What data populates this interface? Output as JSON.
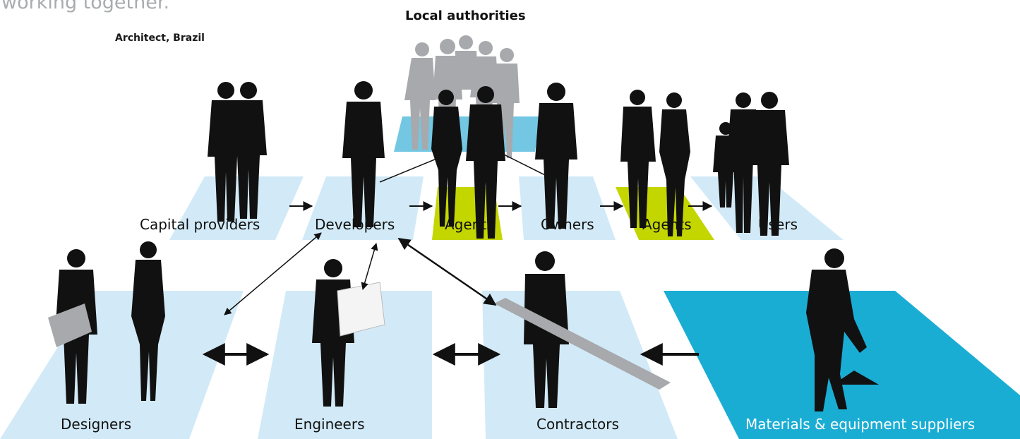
{
  "quote_fragment": "working together.”",
  "quote_credit": "Architect, Brazil",
  "top_label": "Local authorities",
  "nodes": {
    "capital_providers": "Capital providers",
    "developers": "Developers",
    "agents_1": "Agents",
    "owners": "Owners",
    "agents_2": "Agents",
    "users": "Users",
    "designers": "Designers",
    "engineers": "Engineers",
    "contractors": "Contractors",
    "suppliers": "Materials & equipment suppliers"
  },
  "colors": {
    "light_panel": "#d2eaf7",
    "mid_panel": "#73c7e3",
    "dark_panel": "#1aadd4",
    "agents_panel": "#c4d600",
    "silhouette": "#111111",
    "authority_silhouette": "#a7a9ac"
  },
  "icons": [
    "people-silhouette-icon",
    "worker-silhouette-icon",
    "arrow-icon"
  ]
}
